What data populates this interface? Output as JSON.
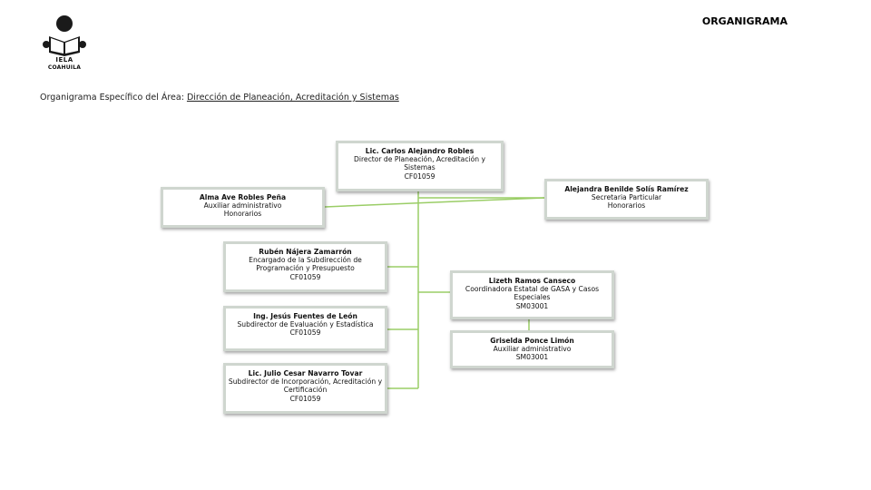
{
  "header": {
    "title": "ORGANIGRAMA",
    "logo_line1": "IELA",
    "logo_line2": "COAHUILA"
  },
  "subtitle": {
    "prefix": "Organigrama Específico del Área: ",
    "area": "Dirección de Planeación, Acreditación y Sistemas"
  },
  "colors": {
    "connector": "#9acd66",
    "box_border": "#cfd6cf",
    "logo": "#1a1a1a"
  },
  "nodes": {
    "director": {
      "name": "Lic. Carlos Alejandro Robles",
      "role1": "Director de Planeación, Acreditación y",
      "role2": "Sistemas",
      "code": "CF01059"
    },
    "aux1": {
      "name": "Alma Ave Robles Peña",
      "role1": "Auxiliar administrativo",
      "code": "Honorarios"
    },
    "secretaria": {
      "name": "Alejandra Benilde Solís Ramírez",
      "role1": "Secretaria Particular",
      "code": "Honorarios"
    },
    "encargado": {
      "name": "Rubén Nájera Zamarrón",
      "role1": "Encargado de la Subdirección de",
      "role2": "Programación y Presupuesto",
      "code": "CF01059"
    },
    "coordinadora": {
      "name": "Lizeth Ramos Canseco",
      "role1": "Coordinadora Estatal de GASA y Casos",
      "role2": "Especiales",
      "code": "SM03001"
    },
    "evaluacion": {
      "name": "Ing. Jesús Fuentes de León",
      "role1": "Subdirector de Evaluación y Estadística",
      "code": "CF01059"
    },
    "aux2": {
      "name": "Griselda Ponce Limón",
      "role1": "Auxiliar administrativo",
      "code": "SM03001"
    },
    "incorporacion": {
      "name": "Lic. Julio Cesar Navarro Tovar",
      "role1": "Subdirector de Incorporación, Acreditación y",
      "role2": "Certificación",
      "code": "CF01059"
    }
  }
}
